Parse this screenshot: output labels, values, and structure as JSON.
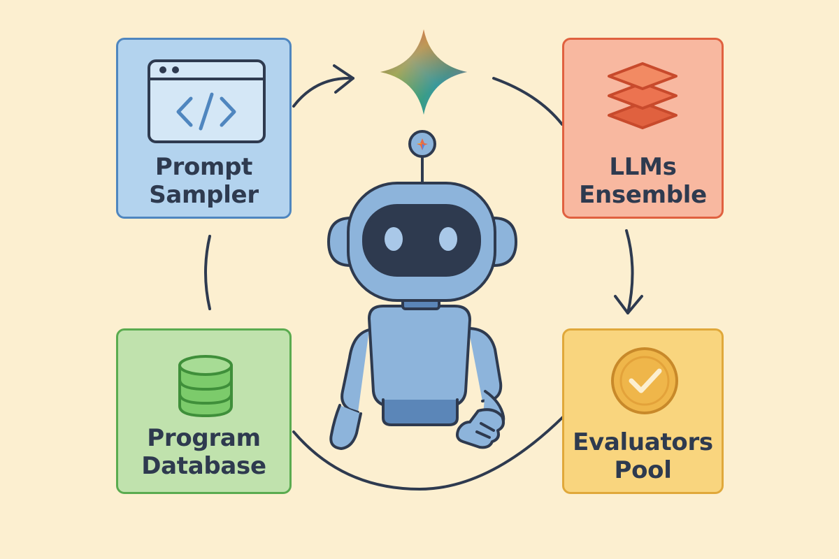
{
  "diagram": {
    "nodes": {
      "prompt_sampler": {
        "line1": "Prompt",
        "line2": "Sampler",
        "fill": "#b3d3ee",
        "border": "#4f86bf",
        "icon": "code-window-icon"
      },
      "llms_ensemble": {
        "line1": "LLMs",
        "line2": "Ensemble",
        "fill": "#f8b8a0",
        "border": "#e0613f",
        "icon": "layers-stack-icon"
      },
      "evaluators_pool": {
        "line1": "Evaluators",
        "line2": "Pool",
        "fill": "#f9d57e",
        "border": "#e0a83a",
        "icon": "check-circle-icon"
      },
      "program_database": {
        "line1": "Program",
        "line2": "Database",
        "fill": "#c0e2ad",
        "border": "#5aab4f",
        "icon": "database-icon"
      }
    },
    "center": {
      "icon": "robot-icon",
      "logo": "sparkle-star-icon"
    },
    "edges": [
      {
        "from": "Prompt Sampler",
        "to": "sparkle-star-icon"
      },
      {
        "from": "sparkle-star-icon",
        "to": "LLMs Ensemble"
      },
      {
        "from": "LLMs Ensemble",
        "to": "Evaluators Pool"
      },
      {
        "from": "Evaluators Pool",
        "to": "Program Database"
      },
      {
        "from": "Program Database",
        "to": "Prompt Sampler"
      }
    ],
    "colors": {
      "background": "#fcefd0",
      "outline": "#2e3a4f",
      "robot_body": "#8db4db",
      "robot_dark": "#5b86b8"
    }
  }
}
